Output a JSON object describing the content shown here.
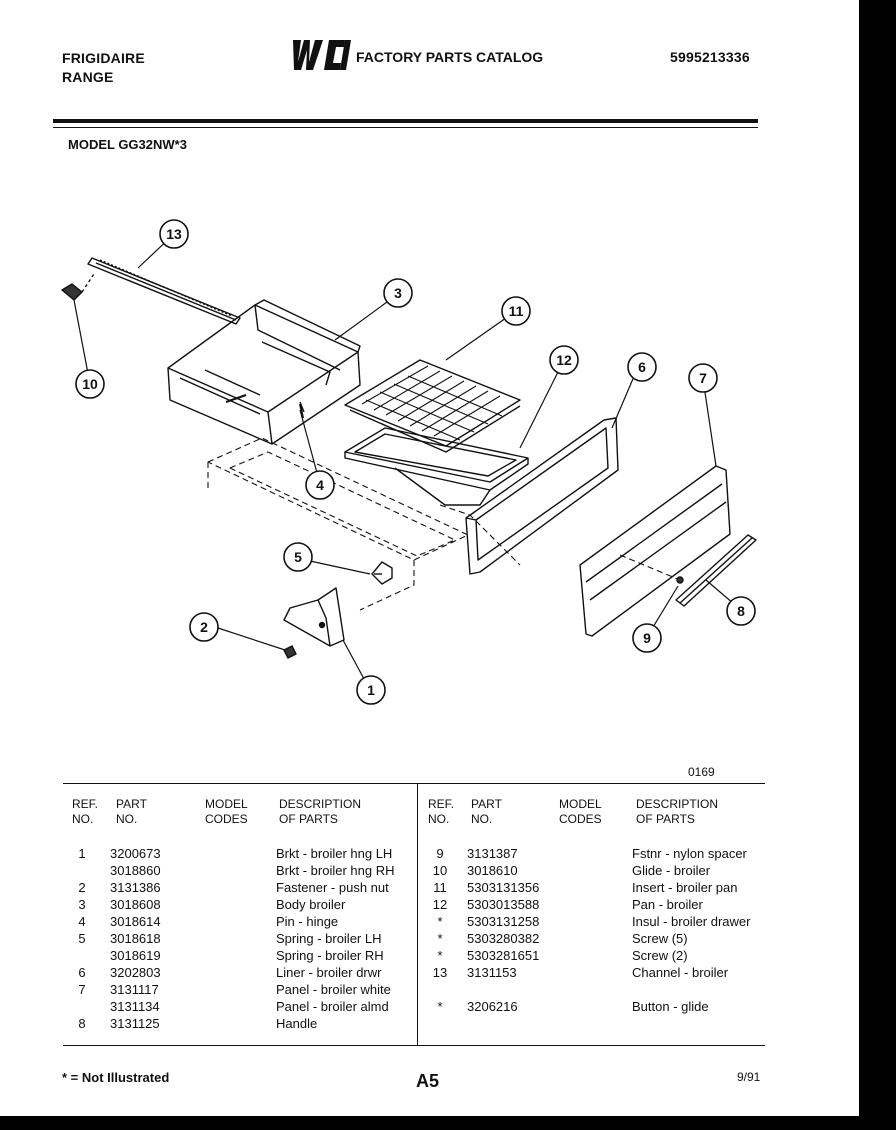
{
  "header": {
    "brand_line1": "FRIGIDAIRE",
    "brand_line2": "RANGE",
    "catalog_title": "FACTORY PARTS CATALOG",
    "catalog_number": "5995213336",
    "logo_text": "WCI"
  },
  "model_label": "MODEL GG32NW*3",
  "diagram": {
    "callouts": [
      "1",
      "2",
      "3",
      "4",
      "5",
      "6",
      "7",
      "8",
      "9",
      "10",
      "11",
      "12",
      "13"
    ],
    "code": "0169"
  },
  "table": {
    "headers": {
      "ref": "REF.\nNO.",
      "part": "PART\nNO.",
      "model": "MODEL\nCODES",
      "desc": "DESCRIPTION\nOF PARTS"
    },
    "left_rows": [
      {
        "ref": "1",
        "part": "3200673",
        "desc": "Brkt - broiler hng LH"
      },
      {
        "ref": "",
        "part": "3018860",
        "desc": "Brkt - broiler hng RH"
      },
      {
        "ref": "2",
        "part": "3131386",
        "desc": "Fastener - push nut"
      },
      {
        "ref": "3",
        "part": "3018608",
        "desc": "Body broiler"
      },
      {
        "ref": "4",
        "part": "3018614",
        "desc": "Pin - hinge"
      },
      {
        "ref": "5",
        "part": "3018618",
        "desc": "Spring - broiler LH"
      },
      {
        "ref": "",
        "part": "3018619",
        "desc": "Spring - broiler RH"
      },
      {
        "ref": "6",
        "part": "3202803",
        "desc": "Liner - broiler drwr"
      },
      {
        "ref": "7",
        "part": "3131117",
        "desc": "Panel - broiler white"
      },
      {
        "ref": "",
        "part": "3131134",
        "desc": "Panel - broiler almd"
      },
      {
        "ref": "8",
        "part": "3131125",
        "desc": "Handle"
      }
    ],
    "right_rows": [
      {
        "ref": "9",
        "part": "3131387",
        "desc": "Fstnr - nylon spacer"
      },
      {
        "ref": "10",
        "part": "3018610",
        "desc": "Glide - broiler"
      },
      {
        "ref": "11",
        "part": "5303131356",
        "desc": "Insert - broiler pan"
      },
      {
        "ref": "12",
        "part": "5303013588",
        "desc": "Pan - broiler"
      },
      {
        "ref": "*",
        "part": "5303131258",
        "desc": "Insul - broiler drawer"
      },
      {
        "ref": "*",
        "part": "5303280382",
        "desc": "Screw (5)"
      },
      {
        "ref": "*",
        "part": "5303281651",
        "desc": "Screw (2)"
      },
      {
        "ref": "13",
        "part": "3131153",
        "desc": "Channel - broiler"
      },
      {
        "ref": "*",
        "part": "3206216",
        "desc": "Button - glide"
      }
    ]
  },
  "footer": {
    "note": "* = Not Illustrated",
    "page": "A5",
    "date": "9/91"
  }
}
